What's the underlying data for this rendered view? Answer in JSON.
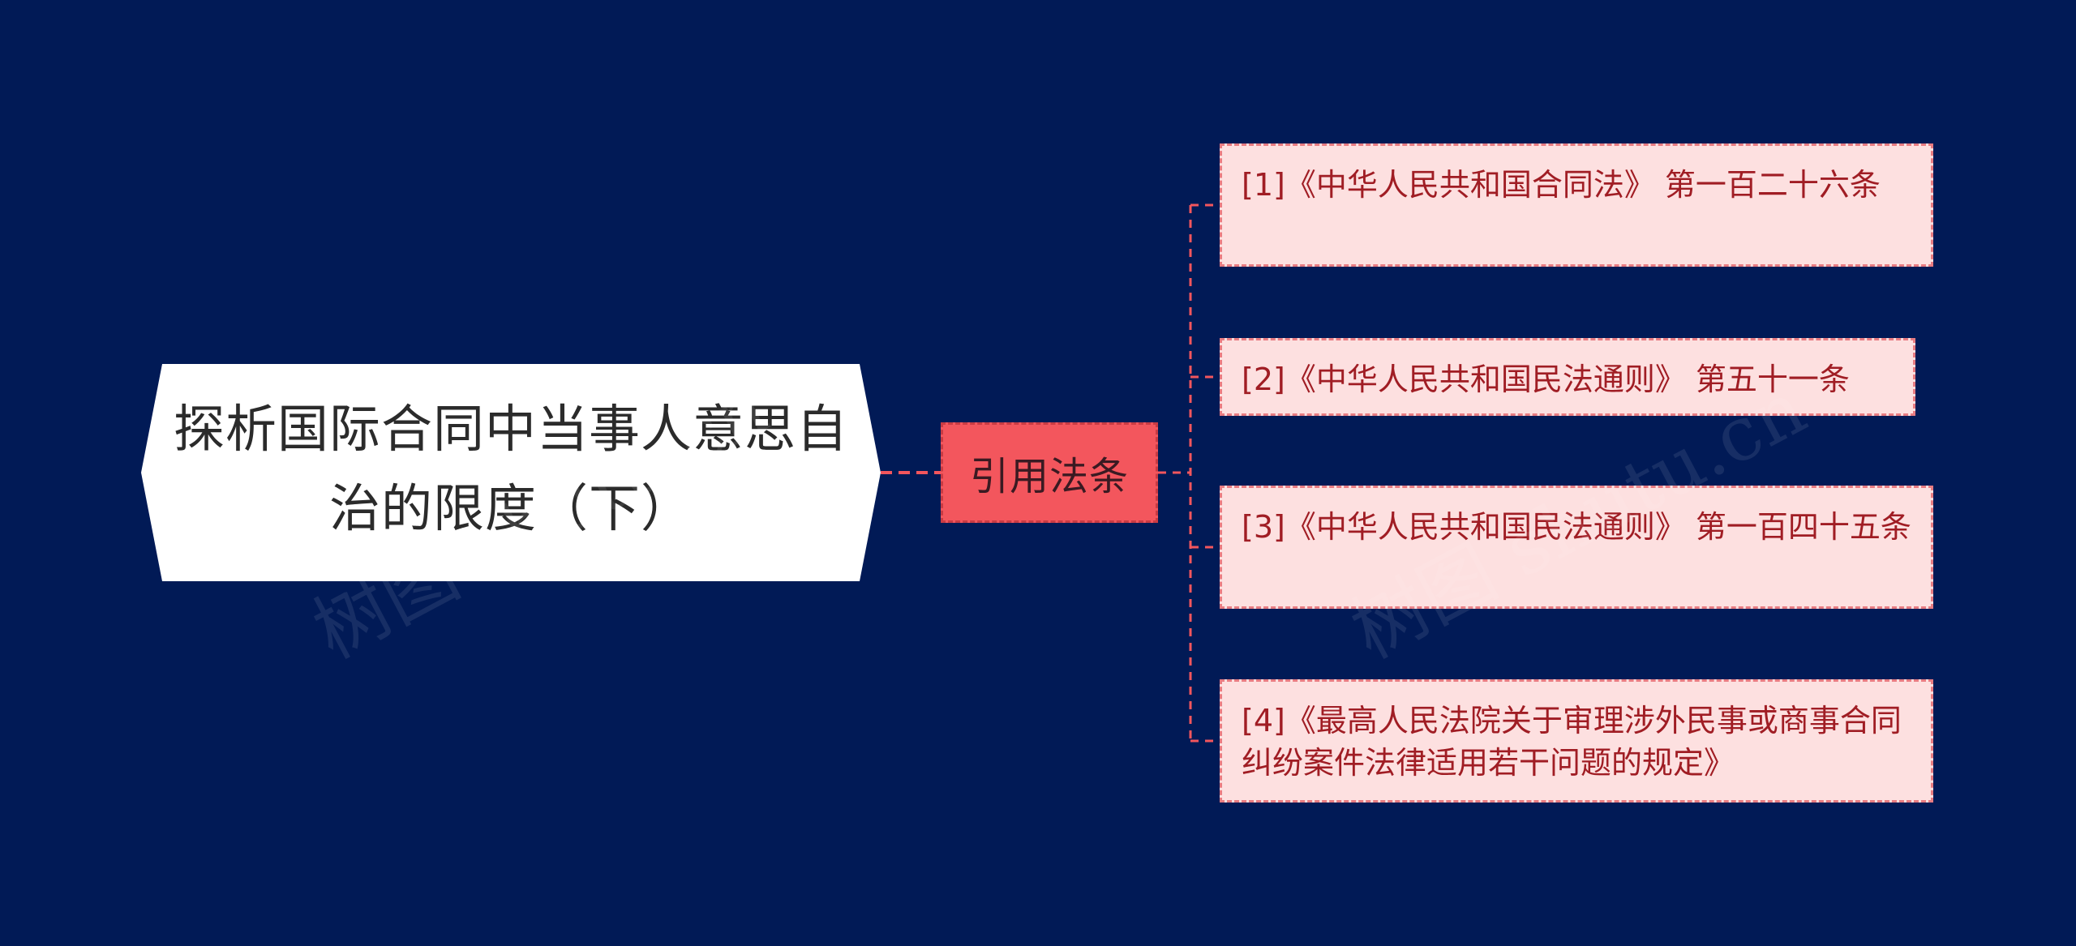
{
  "root": {
    "title": "探析国际合同中当事人意思自治的限度（下）"
  },
  "category": {
    "label": "引用法条"
  },
  "citations": [
    {
      "text": "[1]《中华人民共和国合同法》 第一百二十六条"
    },
    {
      "text": "[2]《中华人民共和国民法通则》 第五十一条"
    },
    {
      "text": "[3]《中华人民共和国民法通则》 第一百四十五条"
    },
    {
      "text": "[4]《最高人民法院关于审理涉外民事或商事合同纠纷案件法律适用若干问题的规定》"
    }
  ],
  "watermark": {
    "text": "树图 shutu.cn"
  },
  "colors": {
    "background": "#011a56",
    "root_fill": "#ffffff",
    "category_fill": "#f3565d",
    "leaf_fill": "#fde0e0",
    "leaf_text": "#a01d24",
    "connector": "#f3565d"
  }
}
